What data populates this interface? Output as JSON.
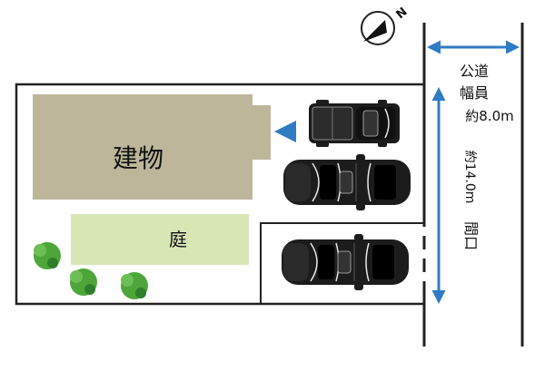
{
  "building": {
    "label": "建物"
  },
  "garden": {
    "label": "庭"
  },
  "road": {
    "label_line1": "公道",
    "label_line2": "幅員",
    "label_line3": "約8.0m"
  },
  "frontage": {
    "label_main": "間口",
    "label_length": "約14.0m"
  },
  "compass": {
    "north_letter": "N"
  },
  "colors": {
    "building": "#bdb69a",
    "garden": "#d8e6b6",
    "arrow": "#2f7bc4",
    "tree": "#4ea63a",
    "car": "#1c1c1c"
  },
  "icons": {
    "building_entrance": "triangle-arrow-icon",
    "cars": "car-top-view-icon",
    "trees": "shrub-icon",
    "compass": "compass-needle-icon"
  }
}
